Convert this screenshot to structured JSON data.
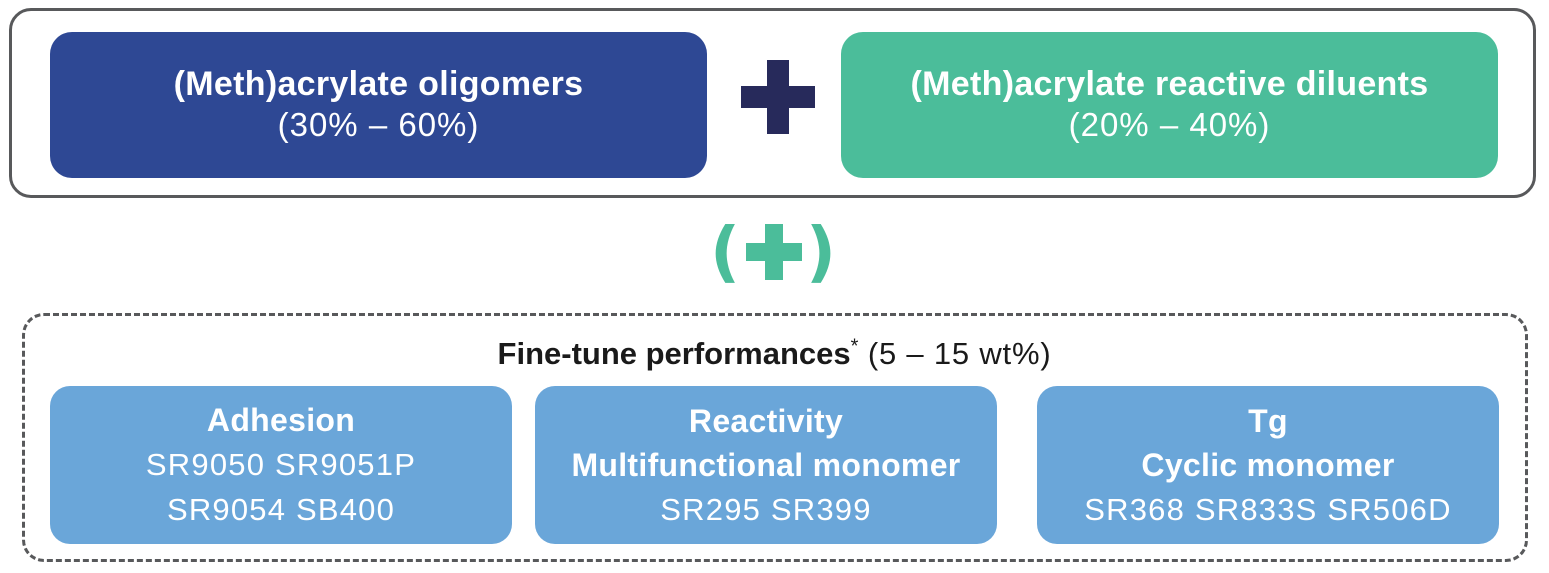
{
  "oligomers": {
    "title": "(Meth)acrylate oligomers",
    "range": "(30% – 60%)",
    "color": "#2e4894"
  },
  "diluents": {
    "title": "(Meth)acrylate reactive diluents",
    "range": "(20% – 40%)",
    "color": "#4bbd9a"
  },
  "connectors": {
    "plus_dark_icon": "plus-icon",
    "optional_plus": {
      "open": "(",
      "close": ")",
      "icon": "plus-icon",
      "color": "#4bbd9a"
    }
  },
  "fine_tune": {
    "title": "Fine-tune performances",
    "footnote_mark": "*",
    "range": " (5 – 15 wt%)"
  },
  "performance_boxes": [
    {
      "lines_bold": [
        "Adhesion"
      ],
      "products": [
        "SR9050 SR9051P",
        "SR9054 SB400"
      ]
    },
    {
      "lines_bold": [
        "Reactivity",
        "Multifunctional monomer"
      ],
      "products": [
        "SR295 SR399"
      ]
    },
    {
      "lines_bold": [
        "Tg",
        "Cyclic monomer"
      ],
      "products": [
        "SR368 SR833S SR506D"
      ]
    }
  ],
  "colors": {
    "perf_box": "#6aa6d9",
    "frame": "#58595b",
    "dark_plus": "#272a5b"
  }
}
